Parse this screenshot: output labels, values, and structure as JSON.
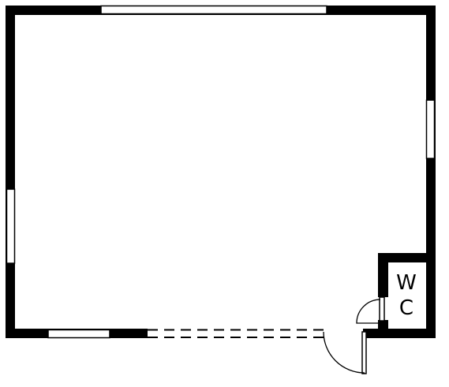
{
  "floor_plan": {
    "rooms": [
      {
        "id": "main-room",
        "label": ""
      },
      {
        "id": "wc",
        "label_line1": "W",
        "label_line2": "C"
      }
    ],
    "colors": {
      "wall": "#000000",
      "background": "#ffffff"
    },
    "windows": [
      "top",
      "right-upper",
      "left",
      "bottom-left"
    ],
    "doors": [
      "main-entrance",
      "wc-door"
    ],
    "openings": [
      "dashed-bottom-opening"
    ]
  }
}
